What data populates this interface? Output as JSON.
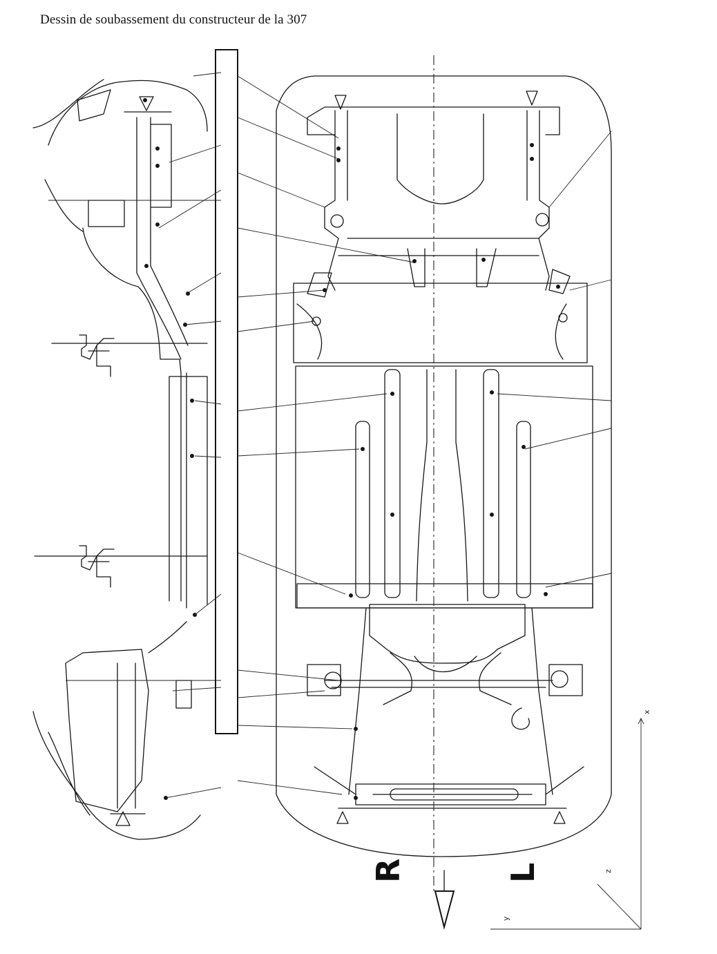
{
  "title": "Dessin de soubassement du constructeur de la 307",
  "labels": {
    "right_side": "R",
    "left_side": "L"
  },
  "axes": {
    "x": "x",
    "y": "y",
    "z": "z"
  }
}
